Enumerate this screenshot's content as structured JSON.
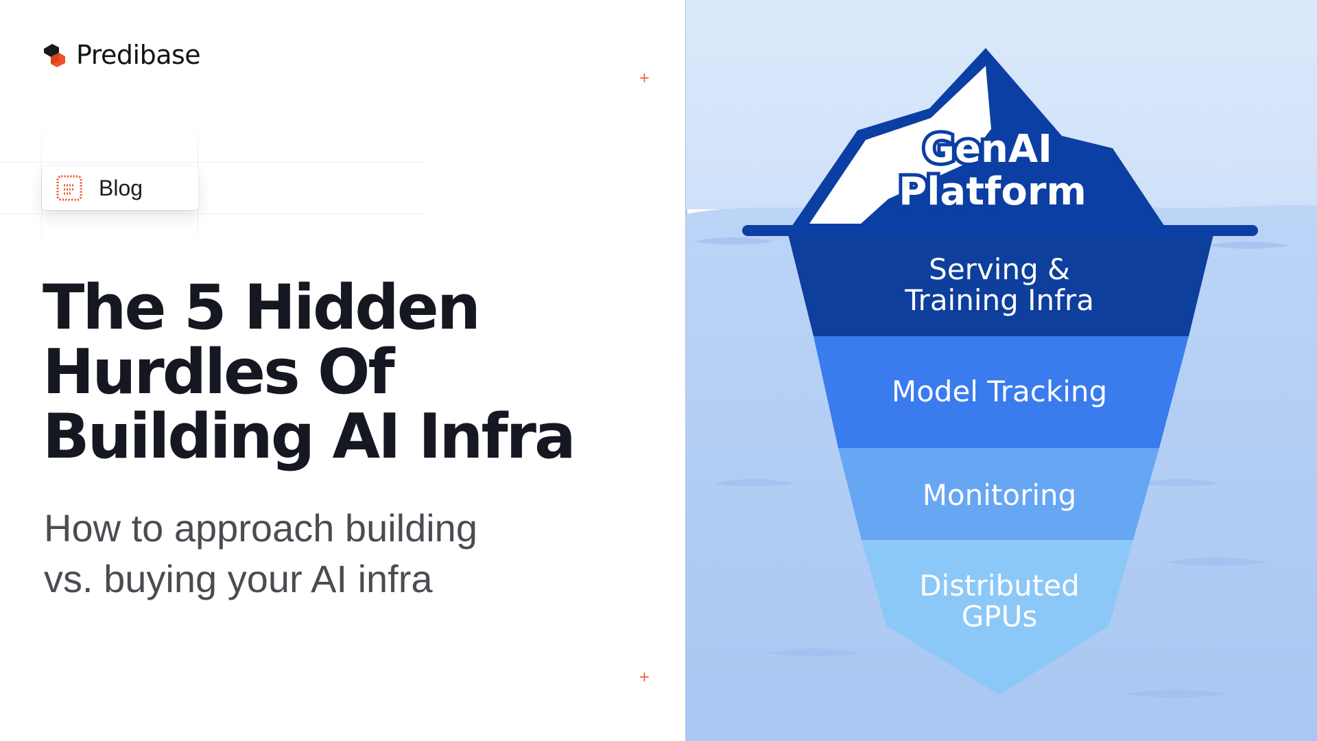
{
  "brand": {
    "name": "Predibase",
    "logo_icon": "predibase-logo-icon",
    "colors": {
      "logo_red": "#f0512b",
      "logo_dark": "#1a1a1a",
      "text": "#111318",
      "accent_plus": "#ee5a2a"
    }
  },
  "tag": {
    "icon": "blog-icon",
    "label": "Blog"
  },
  "headline": {
    "lines": [
      "The 5 Hidden",
      "Hurdles Of",
      "Building AI Infra"
    ]
  },
  "subheading": {
    "lines": [
      "How to approach building",
      "vs. buying your AI infra"
    ]
  },
  "iceberg": {
    "tip_title": [
      "GenAI",
      "Platform"
    ],
    "layers": [
      {
        "lines": [
          "Serving &",
          "Training Infra"
        ],
        "color": "#0f3f9c"
      },
      {
        "lines": [
          "Model Tracking"
        ],
        "color": "#3a7bee"
      },
      {
        "lines": [
          "Monitoring"
        ],
        "color": "#67a6f3"
      },
      {
        "lines": [
          "Distributed",
          "GPUs"
        ],
        "color": "#8cc8f7"
      }
    ],
    "colors": {
      "sky": "#dbe9fb",
      "water": "#b2cdf5",
      "tip": "#0c3fa3",
      "tip_highlight": "#ffffff",
      "waterline": "#0c3fa3",
      "text": "#ffffff"
    }
  }
}
